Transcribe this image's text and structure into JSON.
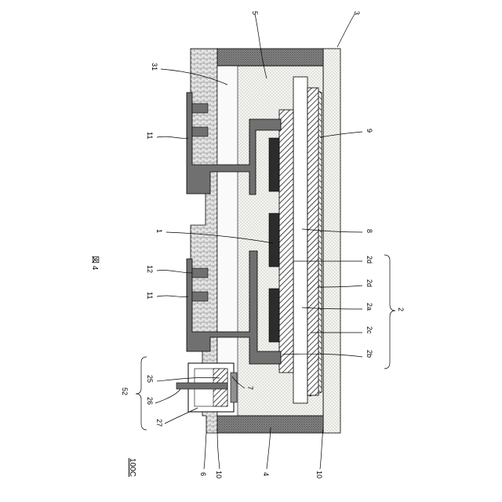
{
  "figure_title": "図 4",
  "device_label": "100C",
  "labels": {
    "l3": "3",
    "l5": "5",
    "l31": "31",
    "l9": "9",
    "l11a": "11",
    "l11b": "11",
    "l1": "1",
    "l8": "8",
    "l12": "12",
    "l2d_a": "2d",
    "l2d_b": "2d",
    "l2a": "2a",
    "l2": "2",
    "l2c": "2c",
    "l2b": "2b",
    "l52": "52",
    "l25": "25",
    "l7": "7",
    "l26": "26",
    "l27": "27",
    "l6": "6",
    "l10a": "10",
    "l4": "4",
    "l10b": "10"
  }
}
